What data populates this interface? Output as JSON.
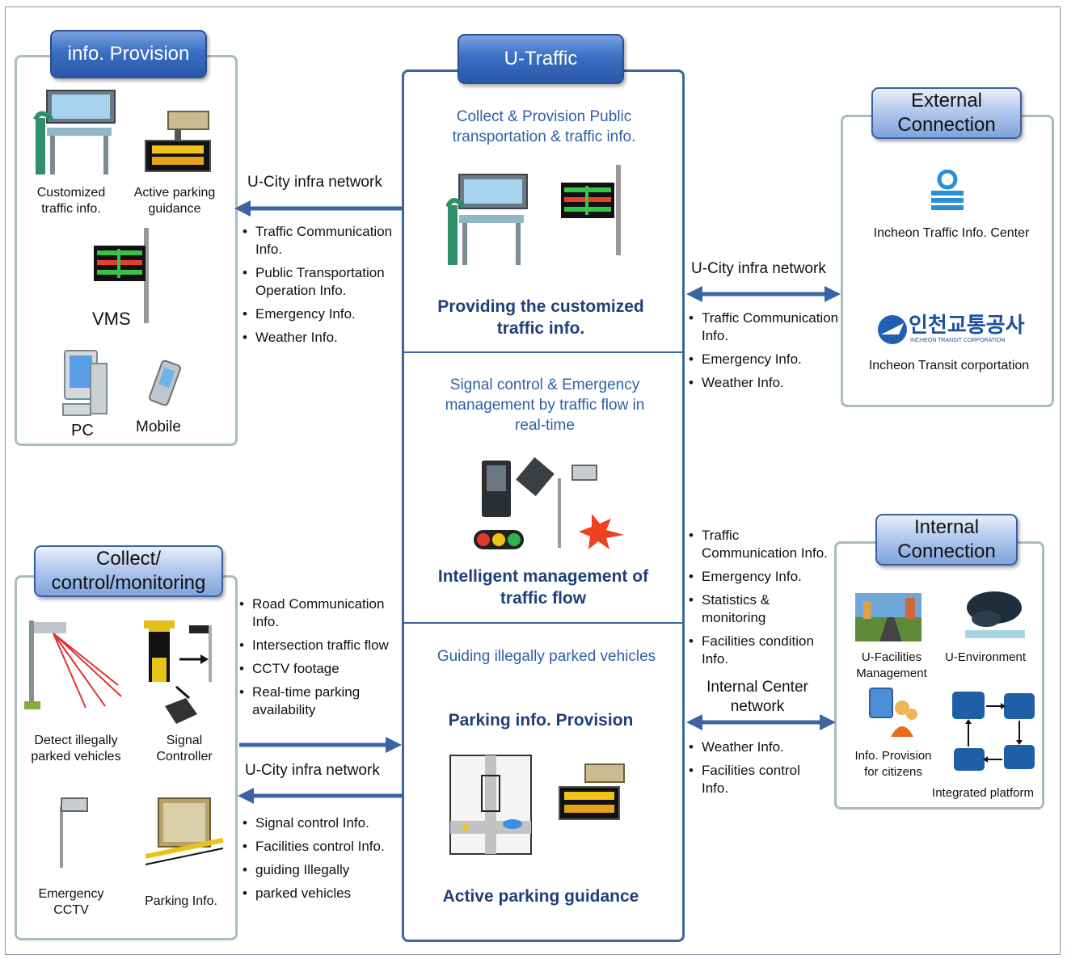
{
  "center": {
    "tab": "U-Traffic",
    "sec1_sub": "Collect & Provision Public transportation & traffic info.",
    "sec1_title": "Providing the customized traffic info.",
    "sec2_sub": "Signal control & Emergency management by traffic flow in real-time",
    "sec2_title": "Intelligent management of traffic flow",
    "sec3_sub": "Guiding illegally parked vehicles",
    "sec3_title1": "Parking info. Provision",
    "sec3_title2": "Active parking guidance"
  },
  "info_provision": {
    "tab": "info. Provision",
    "customized": "Customized traffic info.",
    "active_parking": "Active parking guidance",
    "vms": "VMS",
    "pc": "PC",
    "mobile": "Mobile"
  },
  "external": {
    "tab": "External Connection",
    "incheon_center": "Incheon Traffic Info. Center",
    "logo_text": "인천교통공사",
    "logo_sub": "INCHEON TRANSIT CORPORATION",
    "incheon_transit": "Incheon Transit corportation"
  },
  "collect": {
    "tab": "Collect/ control/monitoring",
    "detect": "Detect illegally parked vehicles",
    "signal": "Signal Controller",
    "emergency_cctv": "Emergency CCTV",
    "parking_info": "Parking Info."
  },
  "internal": {
    "tab": "Internal Connection",
    "ufac": "U-Facilities Management",
    "uenv": "U-Environment",
    "provision": "Info. Provision for citizens",
    "platform": "Integrated platform"
  },
  "networks": {
    "upper_left": "U-City infra network",
    "right_upper": "U-City infra network",
    "lower_left": "U-City infra network",
    "internal": "Internal Center network"
  },
  "bullets": {
    "left_upper": [
      "Traffic Communication Info.",
      "Public Transportation Operation Info.",
      "Emergency Info.",
      "Weather Info."
    ],
    "right_upper": [
      "Traffic Communication Info.",
      "Emergency Info.",
      "Weather Info."
    ],
    "left_lower_in": [
      "Road Communication Info.",
      "Intersection traffic flow",
      "CCTV footage",
      "Real-time parking availability"
    ],
    "left_lower_out": [
      "Signal control Info.",
      "Facilities control Info.",
      "guiding Illegally",
      "parked vehicles"
    ],
    "right_mid": [
      "Traffic Communication Info.",
      "Emergency Info.",
      "Statistics & monitoring",
      "Facilities condition Info."
    ],
    "right_lower": [
      "Weather Info.",
      "Facilities control Info."
    ]
  },
  "colors": {
    "accent": "#3c64a3",
    "panel_border": "#a9bcc0",
    "arrow": "#3c64a3"
  }
}
